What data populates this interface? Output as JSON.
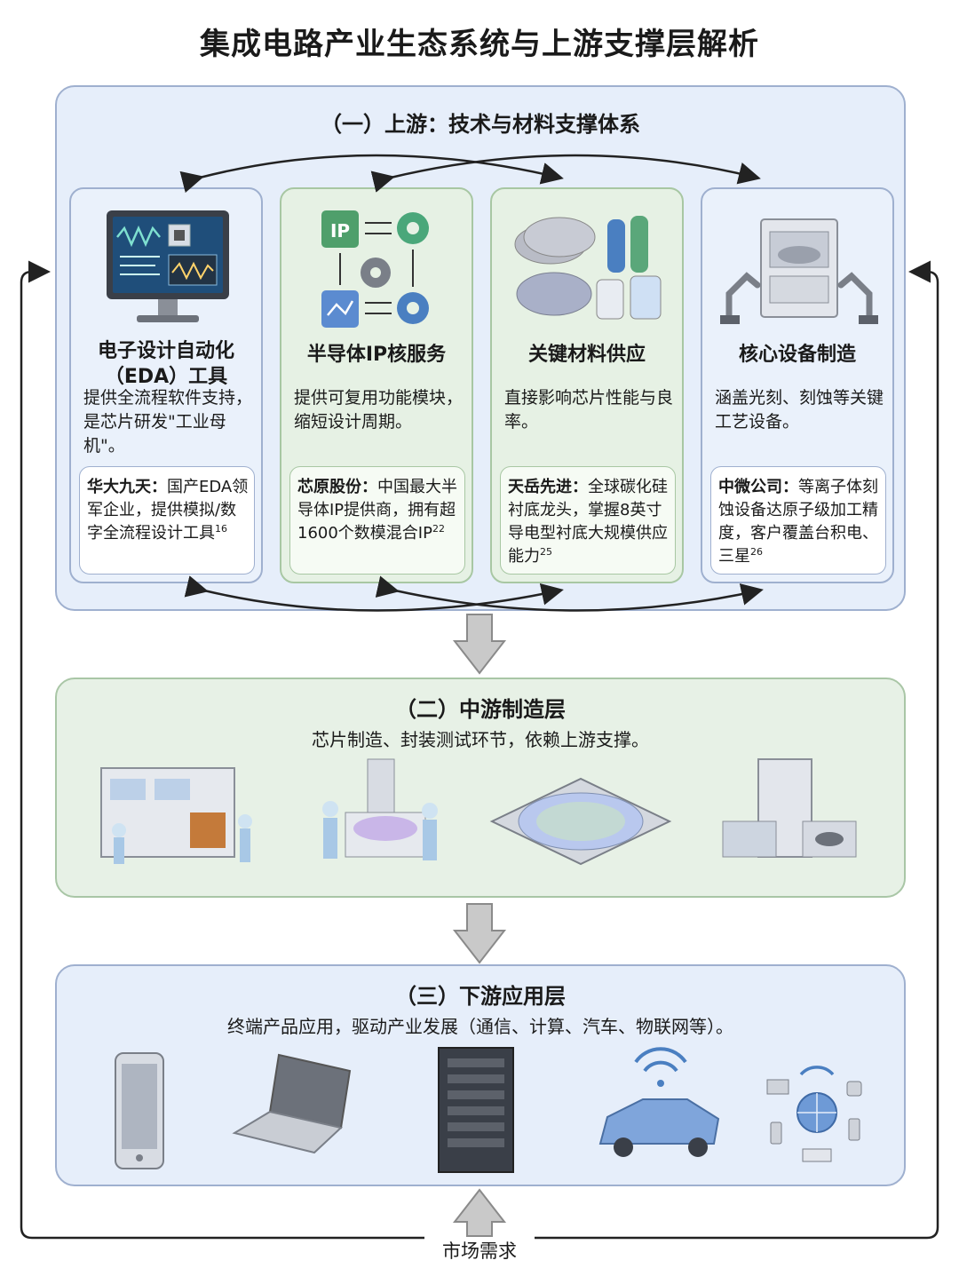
{
  "title": "集成电路产业生态系统与上游支撑层解析",
  "upstream": {
    "title": "（一）上游：技术与材料支撑体系",
    "cards": [
      {
        "title_lines": [
          "电子设计自动化",
          "（EDA）工具"
        ],
        "desc": "提供全流程软件支持，是芯片研发\"工业母机\"。",
        "note_company": "华大九天：",
        "note_text": "国产EDA领军企业，提供模拟/数字全流程设计工具",
        "note_ref": "16",
        "icon": "monitor-icon"
      },
      {
        "title_lines": [
          "半导体IP核服务"
        ],
        "desc": "提供可复用功能模块，缩短设计周期。",
        "note_company": "芯原股份：",
        "note_text": "中国最大半导体IP提供商，拥有超1600个数模混合IP",
        "note_ref": "22",
        "icon": "ip-gear-icon",
        "ip_label": "IP"
      },
      {
        "title_lines": [
          "关键材料供应"
        ],
        "desc": "直接影响芯片性能与良率。",
        "note_company": "天岳先进：",
        "note_text": "全球碳化硅衬底龙头，掌握8英寸导电型衬底大规模供应能力",
        "note_ref": "25",
        "icon": "wafer-materials-icon"
      },
      {
        "title_lines": [
          "核心设备制造"
        ],
        "desc": "涵盖光刻、刻蚀等关键工艺设备。",
        "note_company": "中微公司：",
        "note_text": "等离子体刻蚀设备达原子级加工精度，客户覆盖台积电、三星",
        "note_ref": "26",
        "icon": "equipment-robot-icon"
      }
    ]
  },
  "midstream": {
    "title": "（二）中游制造层",
    "subtitle": "芯片制造、封装测试环节，依赖上游支撑。"
  },
  "downstream": {
    "title": "（三）下游应用层",
    "subtitle": "终端产品应用，驱动产业发展（通信、计算、汽车、物联网等）。"
  },
  "market_label": "市场需求",
  "colors": {
    "upstream_bg": "#e6eefa",
    "midstream_bg": "#e7f1e6",
    "border_blue": "#9fb0cf",
    "border_green": "#a8c7a3",
    "accent_blue": "#4a7fc1"
  }
}
